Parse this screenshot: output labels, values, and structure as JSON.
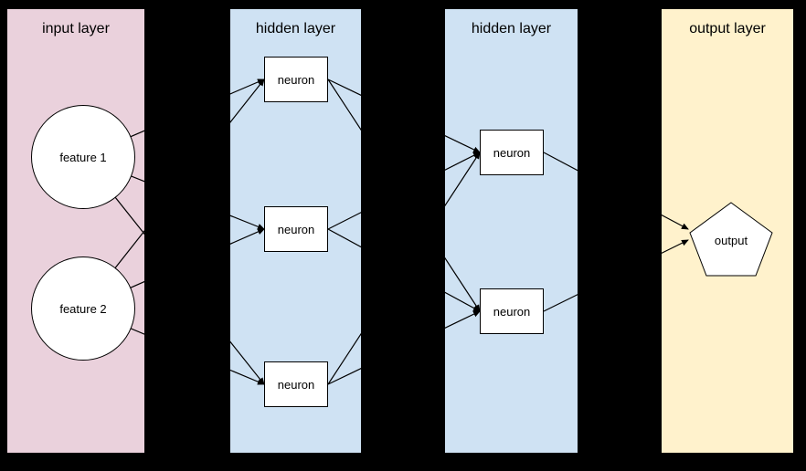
{
  "diagram": {
    "type": "neural-network",
    "background_color": "#000000",
    "node_fill_color": "#ffffff",
    "edge_color": "#000000"
  },
  "layers": [
    {
      "id": "input",
      "title": "input layer",
      "color": "#ead1dc"
    },
    {
      "id": "hidden1",
      "title": "hidden layer",
      "color": "#cfe2f3"
    },
    {
      "id": "hidden2",
      "title": "hidden layer",
      "color": "#cfe2f3"
    },
    {
      "id": "output",
      "title": "output layer",
      "color": "#fff2cc"
    }
  ],
  "nodes": [
    {
      "id": "feature-1",
      "label": "feature 1",
      "shape": "circle",
      "layer": "input"
    },
    {
      "id": "feature-2",
      "label": "feature 2",
      "shape": "circle",
      "layer": "input"
    },
    {
      "id": "h1-neuron-1",
      "label": "neuron",
      "shape": "rect",
      "layer": "hidden1"
    },
    {
      "id": "h1-neuron-2",
      "label": "neuron",
      "shape": "rect",
      "layer": "hidden1"
    },
    {
      "id": "h1-neuron-3",
      "label": "neuron",
      "shape": "rect",
      "layer": "hidden1"
    },
    {
      "id": "h2-neuron-1",
      "label": "neuron",
      "shape": "rect",
      "layer": "hidden2"
    },
    {
      "id": "h2-neuron-2",
      "label": "neuron",
      "shape": "rect",
      "layer": "hidden2"
    },
    {
      "id": "output-node",
      "label": "output",
      "shape": "pentagon",
      "layer": "output"
    }
  ],
  "edges": [
    {
      "from": "feature-1",
      "to": "h1-neuron-1"
    },
    {
      "from": "feature-1",
      "to": "h1-neuron-2"
    },
    {
      "from": "feature-1",
      "to": "h1-neuron-3"
    },
    {
      "from": "feature-2",
      "to": "h1-neuron-1"
    },
    {
      "from": "feature-2",
      "to": "h1-neuron-2"
    },
    {
      "from": "feature-2",
      "to": "h1-neuron-3"
    },
    {
      "from": "h1-neuron-1",
      "to": "h2-neuron-1"
    },
    {
      "from": "h1-neuron-1",
      "to": "h2-neuron-2"
    },
    {
      "from": "h1-neuron-2",
      "to": "h2-neuron-1"
    },
    {
      "from": "h1-neuron-2",
      "to": "h2-neuron-2"
    },
    {
      "from": "h1-neuron-3",
      "to": "h2-neuron-1"
    },
    {
      "from": "h1-neuron-3",
      "to": "h2-neuron-2"
    },
    {
      "from": "h2-neuron-1",
      "to": "output-node"
    },
    {
      "from": "h2-neuron-2",
      "to": "output-node"
    }
  ]
}
